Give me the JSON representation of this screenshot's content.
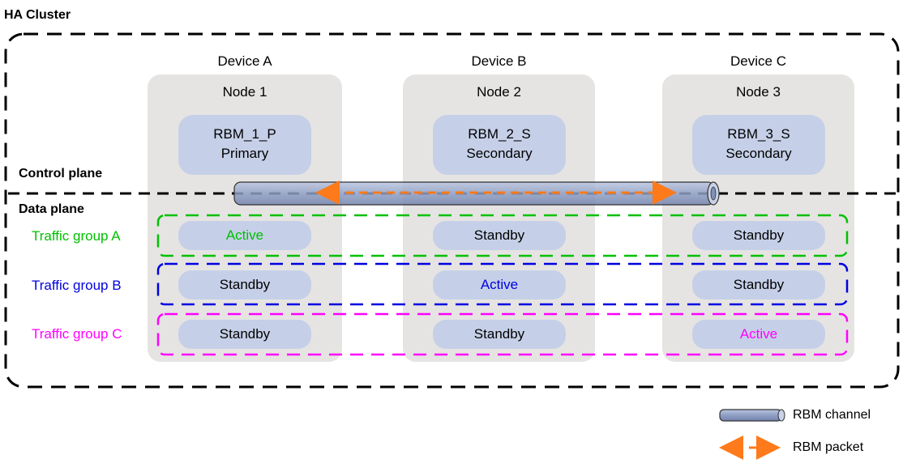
{
  "title": "HA Cluster",
  "control_plane": "Control plane",
  "data_plane": "Data plane",
  "devices": [
    {
      "device": "Device A",
      "node": "Node 1",
      "rbm_name": "RBM_1_P",
      "rbm_role": "Primary"
    },
    {
      "device": "Device B",
      "node": "Node 2",
      "rbm_name": "RBM_2_S",
      "rbm_role": "Secondary"
    },
    {
      "device": "Device C",
      "node": "Node 3",
      "rbm_name": "RBM_3_S",
      "rbm_role": "Secondary"
    }
  ],
  "traffic_groups": [
    {
      "label": "Traffic group A",
      "color": "#00c000",
      "states": [
        "Active",
        "Standby",
        "Standby"
      ]
    },
    {
      "label": "Traffic group B",
      "color": "#0000e0",
      "states": [
        "Standby",
        "Active",
        "Standby"
      ]
    },
    {
      "label": "Traffic group C",
      "color": "#ff00ff",
      "states": [
        "Standby",
        "Standby",
        "Active"
      ]
    }
  ],
  "legend": {
    "channel": "RBM channel",
    "packet": "RBM packet"
  },
  "colors": {
    "node_bg": "#e6e4e2",
    "rbm_bg": "#c5d0e8",
    "packet_arrow": "#ff7a1a",
    "channel_fill": "#8f9fc4"
  }
}
